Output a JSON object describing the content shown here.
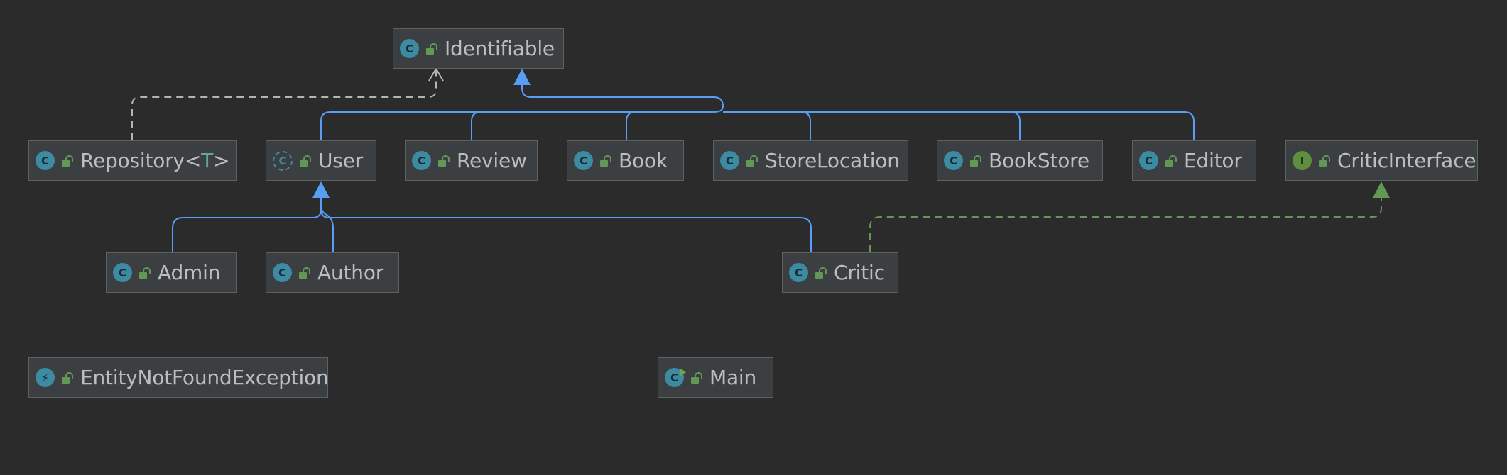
{
  "colors": {
    "background": "#2b2b2b",
    "node_fill": "#3c3f41",
    "node_border": "#5c6164",
    "label_text": "#bbbdbf",
    "extends_edge": "#589df6",
    "implements_edge": "#629755",
    "dependency_edge": "#b4b4b4",
    "class_icon": "#3d8ba3",
    "interface_icon": "#5f8f3e",
    "lock_icon": "#629755",
    "type_param": "#5fa8a0"
  },
  "nodes": {
    "identifiable": {
      "label": "Identifiable",
      "kind": "class",
      "icon_letter": "C"
    },
    "repository": {
      "label": "Repository<",
      "type_param": "T",
      "label_end": ">",
      "kind": "class",
      "icon_letter": "C"
    },
    "user": {
      "label": "User",
      "kind": "abstract-class",
      "icon_letter": "C"
    },
    "review": {
      "label": "Review",
      "kind": "class",
      "icon_letter": "C"
    },
    "book": {
      "label": "Book",
      "kind": "class",
      "icon_letter": "C"
    },
    "store_location": {
      "label": "StoreLocation",
      "kind": "class",
      "icon_letter": "C"
    },
    "book_store": {
      "label": "BookStore",
      "kind": "class",
      "icon_letter": "C"
    },
    "editor": {
      "label": "Editor",
      "kind": "class",
      "icon_letter": "C"
    },
    "critic_interface": {
      "label": "CriticInterface",
      "kind": "interface",
      "icon_letter": "I"
    },
    "admin": {
      "label": "Admin",
      "kind": "class",
      "icon_letter": "C"
    },
    "author": {
      "label": "Author",
      "kind": "class",
      "icon_letter": "C"
    },
    "critic": {
      "label": "Critic",
      "kind": "class",
      "icon_letter": "C"
    },
    "entity_not_found": {
      "label": "EntityNotFoundException",
      "kind": "exception",
      "icon_letter": "⚡"
    },
    "main": {
      "label": "Main",
      "kind": "main-class",
      "icon_letter": "C"
    }
  },
  "edges": [
    {
      "from": "repository",
      "to": "identifiable",
      "type": "dependency"
    },
    {
      "from": "user",
      "to": "identifiable",
      "type": "extends"
    },
    {
      "from": "review",
      "to": "identifiable",
      "type": "extends"
    },
    {
      "from": "book",
      "to": "identifiable",
      "type": "extends"
    },
    {
      "from": "store_location",
      "to": "identifiable",
      "type": "extends"
    },
    {
      "from": "book_store",
      "to": "identifiable",
      "type": "extends"
    },
    {
      "from": "editor",
      "to": "identifiable",
      "type": "extends"
    },
    {
      "from": "admin",
      "to": "user",
      "type": "extends"
    },
    {
      "from": "author",
      "to": "user",
      "type": "extends"
    },
    {
      "from": "critic",
      "to": "user",
      "type": "extends"
    },
    {
      "from": "critic",
      "to": "critic_interface",
      "type": "implements"
    }
  ]
}
